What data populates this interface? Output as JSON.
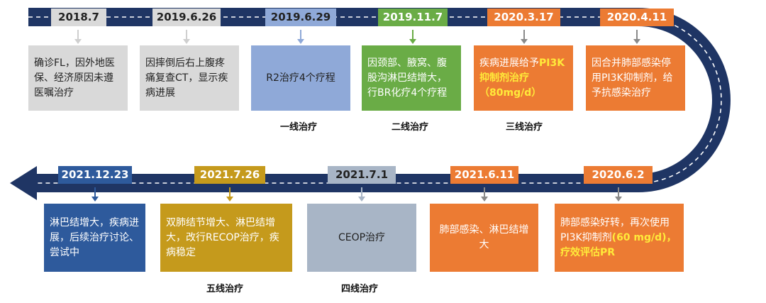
{
  "colors": {
    "track": "#1f3564",
    "gray": "#d9d9d9",
    "light_blue": "#8fa9d8",
    "green": "#6aac46",
    "orange": "#ec7b33",
    "navy": "#2e5a9c",
    "gold": "#c59a1c",
    "blue_gray": "#a8b5c6",
    "highlight": "#ffea3a"
  },
  "top_row": [
    {
      "date": "2018.7",
      "text": "确诊FL，因外地医保、经济原因未遵医嘱治疗"
    },
    {
      "date": "2019.6.26",
      "text": "因摔倒后右上腹疼痛复查CT，显示疾病进展"
    },
    {
      "date": "2019.6.29",
      "text": "R2治疗4个疗程",
      "line_label": "一线治疗"
    },
    {
      "date": "2019.11.7",
      "text": "因颈部、腋窝、腹股沟淋巴结增大，行BR化疗4个疗程",
      "line_label": "二线治疗"
    },
    {
      "date": "2020.3.17",
      "text_pre": "疾病进展给予",
      "text_hl": "PI3K抑制剂治疗（80mg/d）",
      "line_label": "三线治疗"
    },
    {
      "date": "2020.4.11",
      "text": "因合并肺部感染停用PI3K抑制剂，给予抗感染治疗"
    }
  ],
  "bottom_row": [
    {
      "date": "2021.12.23",
      "text": "淋巴结增大，疾病进展，后续治疗讨论、尝试中"
    },
    {
      "date": "2021.7.26",
      "text": "双肺结节增大、淋巴结增大，改行RECOP治疗，疾病稳定",
      "line_label": "五线治疗"
    },
    {
      "date": "2021.7.1",
      "text": "CEOP治疗",
      "line_label": "四线治疗"
    },
    {
      "date": "2021.6.11",
      "text": "肺部感染、淋巴结增大"
    },
    {
      "date": "2020.6.2",
      "text_pre": "肺部感染好转，再次使用PI3K抑制剂",
      "text_hl": "(60 mg/d)，疗效评估PR"
    }
  ]
}
